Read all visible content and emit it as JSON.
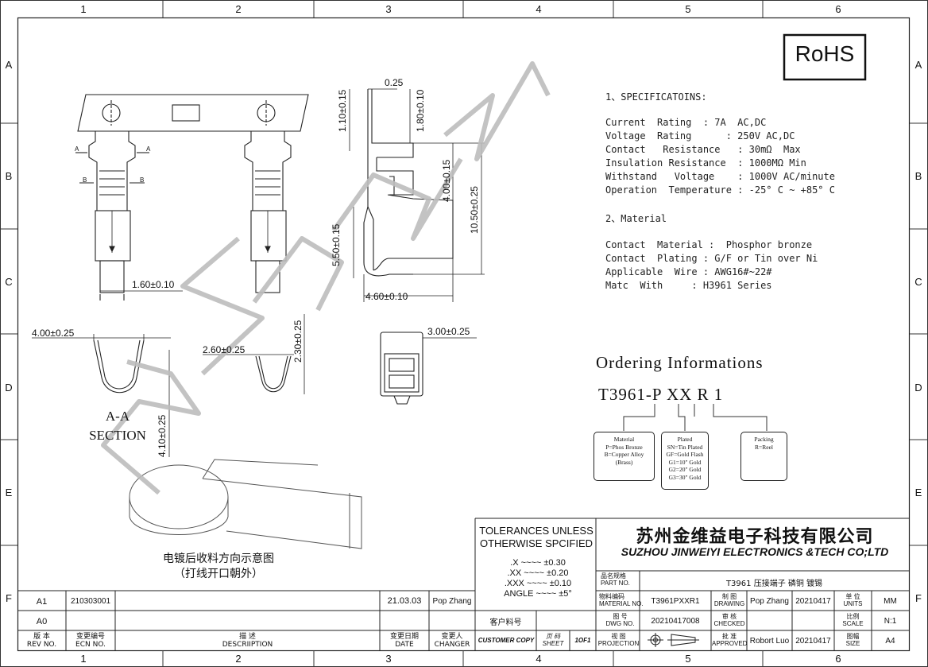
{
  "frame": {
    "columns": [
      "1",
      "2",
      "3",
      "4",
      "5",
      "6"
    ],
    "rows": [
      "A",
      "B",
      "C",
      "D",
      "E",
      "F"
    ]
  },
  "rohs": "RoHS",
  "watermark": "SZJWY",
  "dimensions": {
    "d_1_10": "1.10±0.15",
    "d_0_25": "0.25",
    "d_1_80": "1.80±0.10",
    "d_4_00v": "4.00±0.15",
    "d_10_50": "10.50±0.25",
    "d_5_50": "5.50±0.15",
    "d_4_60": "4.60±0.10",
    "d_1_60": "1.60±0.10",
    "d_4_00w": "4.00±0.25",
    "d_2_60": "2.60±0.25",
    "d_2_30": "2.30±0.25",
    "d_3_00": "3.00±0.25",
    "d_4_10": "4.10±0.25",
    "sec_a": "A",
    "sec_b": "B"
  },
  "section_label": {
    "line1": "A-A",
    "line2": "SECTION"
  },
  "illustration_caption": {
    "line1": "电镀后收料方向示意图",
    "line2": "（打线开口朝外）"
  },
  "specs": {
    "title": "1、SPECIFICATOINS:",
    "lines": [
      "Current  Rating  : 7A  AC,DC",
      "Voltage  Rating      : 250V AC,DC",
      "Contact   Resistance   : 30mΩ  Max",
      "Insulation Resistance  : 1000MΩ Min",
      "Withstand   Voltage    : 1000V AC/minute",
      "Operation  Temperature : -25° C ~ +85° C"
    ],
    "material_title": "2、Material",
    "material_lines": [
      "Contact  Material :  Phosphor bronze",
      "Contact  Plating : G/F or Tin over Ni",
      "Applicable  Wire : AWG16#~22#",
      "Matc  With     : H3961 Series"
    ]
  },
  "ordering": {
    "title": "Ordering Informations",
    "code": "T3961-P XX R 1",
    "box_material": [
      "Material",
      "P=Phos Bronze",
      "B=Copper Alloy",
      "(Brass)"
    ],
    "box_plated": [
      "Plated",
      "SN=Tin Plated",
      "GF=Gold Flash",
      "G1=10\" Gold",
      "G2=20\" Gold",
      "G3=30\" Gold"
    ],
    "box_packing": [
      "Packing",
      "R=Reel"
    ]
  },
  "title_block": {
    "tolerances": [
      "TOLERANCES UNLESS",
      "OTHERWISE SPCIFIED"
    ],
    "tol_rows": [
      ".X  ~~~~  ±0.30",
      ".XX  ~~~~  ±0.20",
      ".XXX  ~~~~  ±0.10",
      "ANGLE  ~~~~  ±5°"
    ],
    "company_cn": "苏州金维益电子科技有限公司",
    "company_en": "SUZHOU JINWEIYI ELECTRONICS &TECH CO;LTD",
    "part_no_cn": "品名规格",
    "part_no_en": "PART NO.",
    "part_desc": "T3961 压接端子  磷铜 镀锡",
    "material_no_cn": "物料编码",
    "material_no_en": "MATERIAL NO.",
    "material_no": "T3961PXXR1",
    "drawing_cn": "制 图",
    "drawing_en": "DRAWING",
    "drawing_by": "Pop Zhang",
    "drawing_date": "20210417",
    "units_cn": "单 位",
    "units_en": "UNITS",
    "units": "MM",
    "customer_part": "客户料号",
    "dwg_no_cn": "图 号",
    "dwg_no_en": "DWG NO.",
    "dwg_no": "20210417008",
    "checked_cn": "审 核",
    "checked_en": "CHECKED",
    "scale_cn": "比例",
    "scale_en": "SCALE",
    "scale": "N:1",
    "customer_copy": "CUSTOMER COPY",
    "sheet_cn": "页 码",
    "sheet_en": "SHEET",
    "sheet": "1OF1",
    "projection_cn": "视 图",
    "projection_en": "PROJECTION",
    "approved_cn": "批 准",
    "approved_en": "APPROVED",
    "approved_by": "Robort Luo",
    "approved_date": "20210417",
    "size_cn": "图幅",
    "size_en": "SIZE",
    "size": "A4"
  },
  "revisions": [
    {
      "rev": "A1",
      "ecn": "210303001",
      "desc": "",
      "date": "21.03.03",
      "changer": "Pop Zhang"
    },
    {
      "rev": "A0",
      "ecn": "",
      "desc": "",
      "date": "",
      "changer": ""
    }
  ],
  "rev_header": {
    "rev_cn": "版 本",
    "rev_en": "REV NO.",
    "ecn_cn": "变更编号",
    "ecn_en": "ECN NO.",
    "desc_cn": "描 述",
    "desc_en": "DESCRIIPTION",
    "date_cn": "变更日期",
    "date_en": "DATE",
    "changer_cn": "变更人",
    "changer_en": "CHANGER"
  }
}
